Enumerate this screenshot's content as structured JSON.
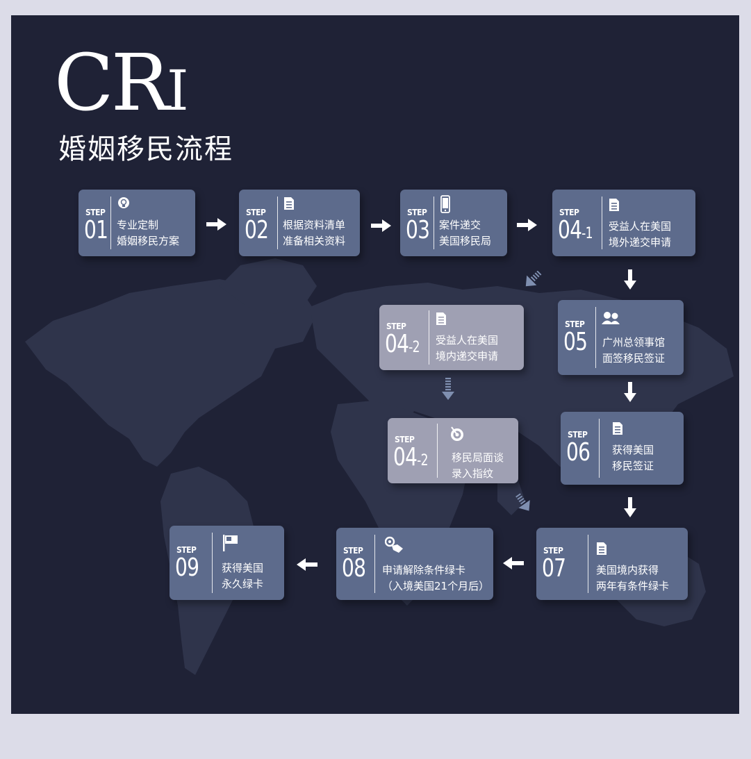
{
  "header": {
    "logo_big": "CR",
    "logo_small": "I",
    "title": "婚姻移民流程"
  },
  "colors": {
    "panel": "#1f2236",
    "step_box": "#5d6b8c",
    "step_box_alt": "#9fa0b3",
    "frame": "#dcdce8"
  },
  "steps": [
    {
      "label": "STEP",
      "num": "01",
      "suffix": "",
      "line1": "专业定制",
      "line2": "婚姻移民方案",
      "icon": "lightbulb-head-icon"
    },
    {
      "label": "STEP",
      "num": "02",
      "suffix": "",
      "line1": "根据资料清单",
      "line2": "准备相关资料",
      "icon": "document-icon"
    },
    {
      "label": "STEP",
      "num": "03",
      "suffix": "",
      "line1": "案件递交",
      "line2": "美国移民局",
      "icon": "phone-icon"
    },
    {
      "label": "STEP",
      "num": "04",
      "suffix": "-1",
      "line1": "受益人在美国",
      "line2": "境外递交申请",
      "icon": "document-icon"
    },
    {
      "label": "STEP",
      "num": "04",
      "suffix": "-2",
      "line1": "受益人在美国",
      "line2": "境内递交申请",
      "icon": "document-icon"
    },
    {
      "label": "STEP",
      "num": "05",
      "suffix": "",
      "line1": "广州总领事馆",
      "line2": "面签移民签证",
      "icon": "people-icon"
    },
    {
      "label": "STEP",
      "num": "04",
      "suffix": "-2",
      "line1": "移民局面谈",
      "line2": "录入指纹",
      "icon": "target-icon"
    },
    {
      "label": "STEP",
      "num": "06",
      "suffix": "",
      "line1": "获得美国",
      "line2": "移民签证",
      "icon": "document-icon"
    },
    {
      "label": "STEP",
      "num": "07",
      "suffix": "",
      "line1": "美国境内获得",
      "line2": "两年有条件绿卡",
      "icon": "document-icon"
    },
    {
      "label": "STEP",
      "num": "08",
      "suffix": "",
      "line1": "申请解除条件绿卡",
      "line2": "（入境美国21个月后）",
      "icon": "handshake-icon"
    },
    {
      "label": "STEP",
      "num": "09",
      "suffix": "",
      "line1": "获得美国",
      "line2": "永久绿卡",
      "icon": "flag-icon"
    }
  ]
}
